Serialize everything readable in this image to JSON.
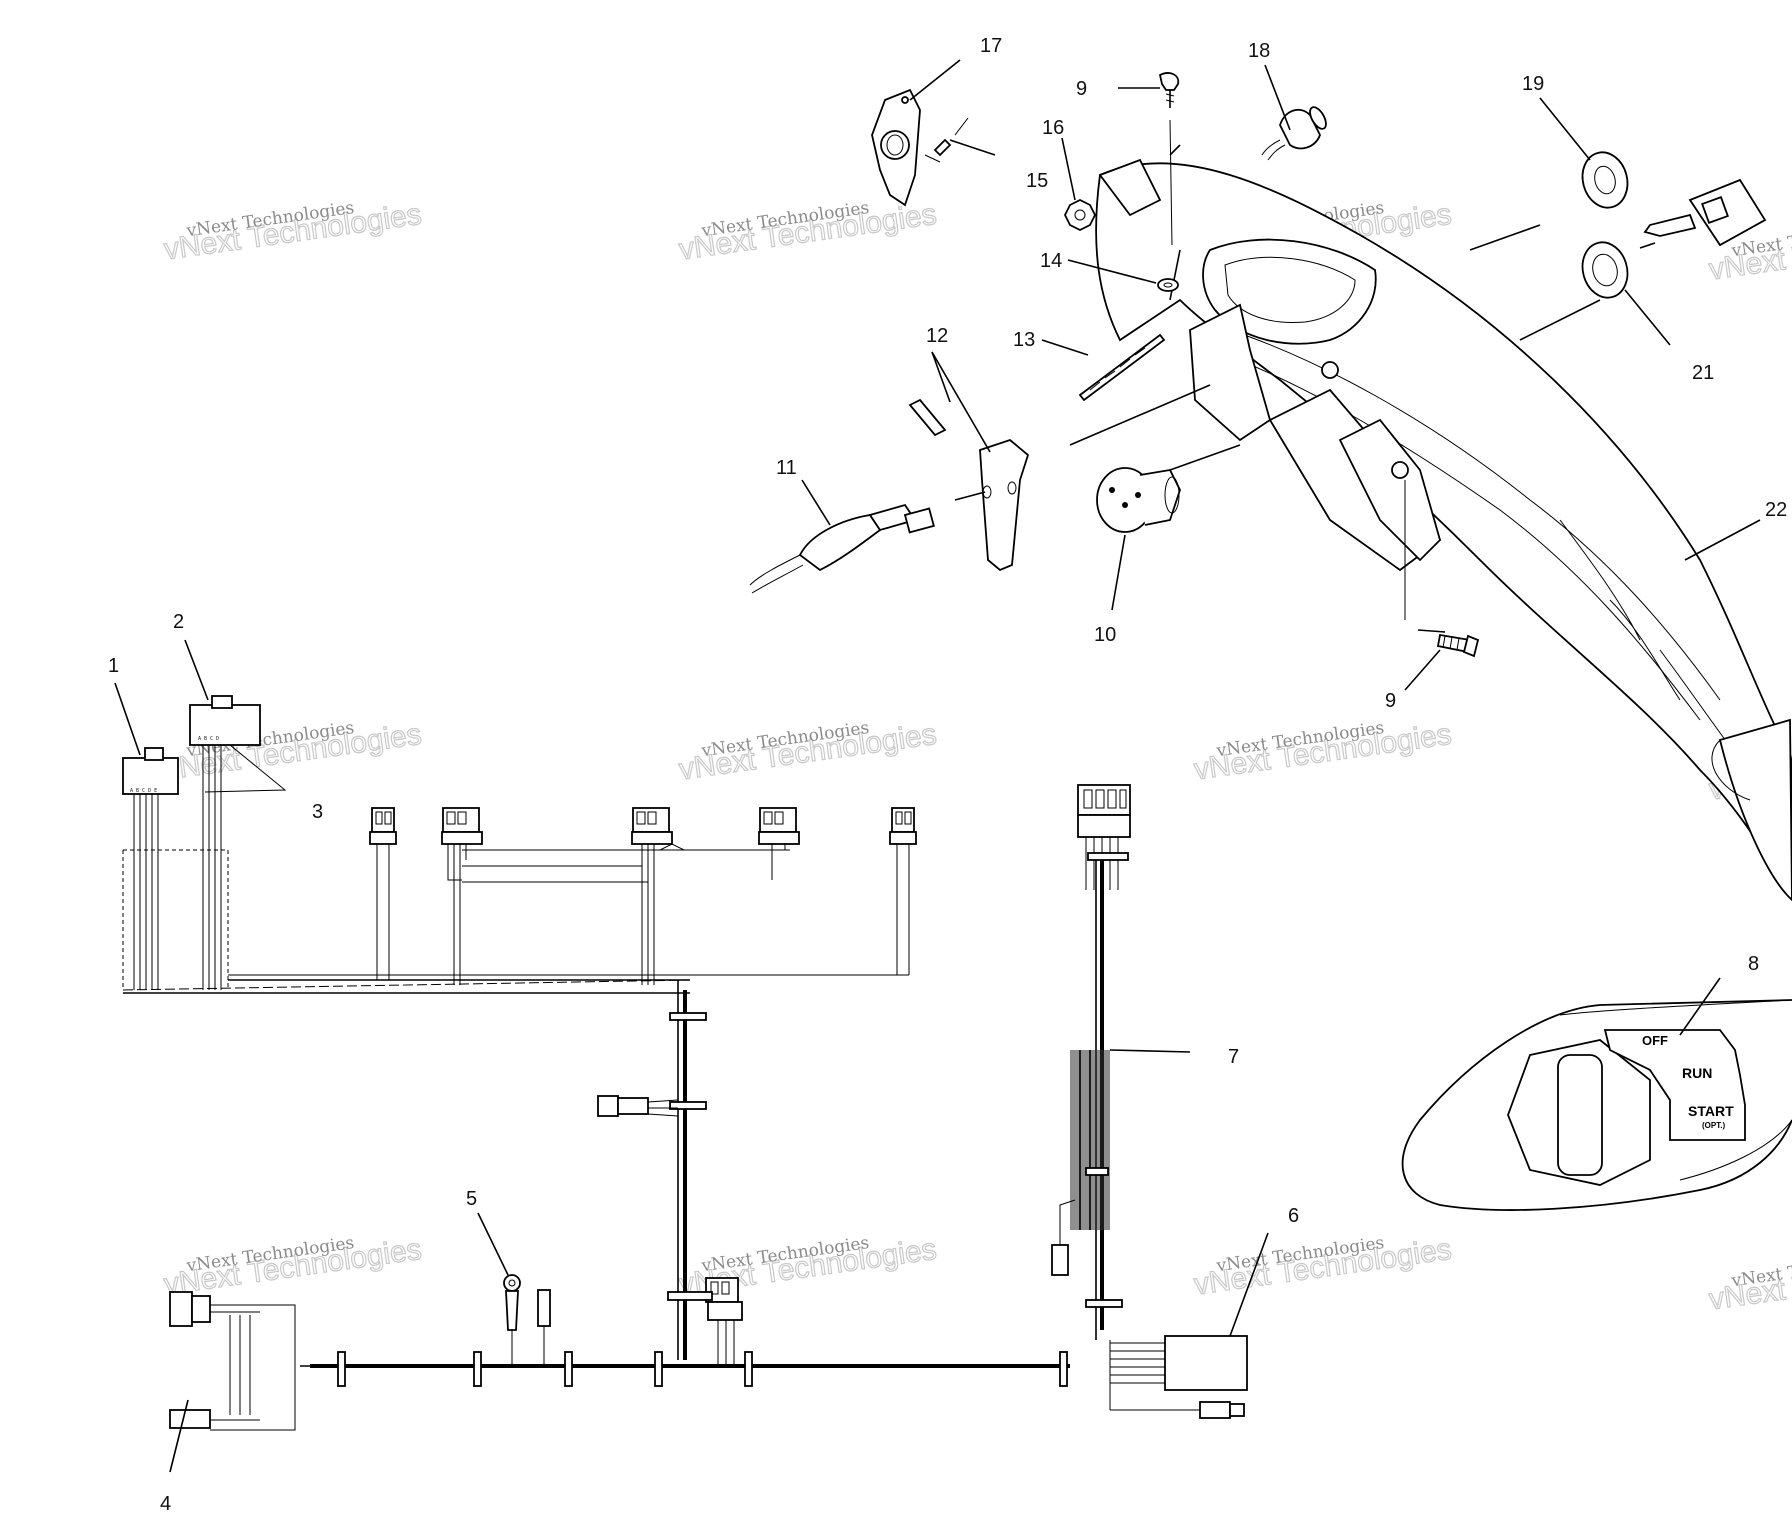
{
  "callouts": {
    "c1": "1",
    "c2": "2",
    "c3": "3",
    "c4": "4",
    "c5": "5",
    "c6": "6",
    "c7": "7",
    "c8": "8",
    "c9a": "9",
    "c9b": "9",
    "c10": "10",
    "c11": "11",
    "c12": "12",
    "c13": "13",
    "c14": "14",
    "c15": "15",
    "c16": "16",
    "c17": "17",
    "c18": "18",
    "c19": "19",
    "c21": "21",
    "c22": "22"
  },
  "ignition_switch": {
    "off": "OFF",
    "run": "RUN",
    "start": "START",
    "start_note": "(OPT.)"
  },
  "connector_letters": {
    "conn1": "A B C D E",
    "conn2": "A B C D"
  },
  "watermark": {
    "line1": "vNext Technologies",
    "line2": "vNext Technologies"
  }
}
